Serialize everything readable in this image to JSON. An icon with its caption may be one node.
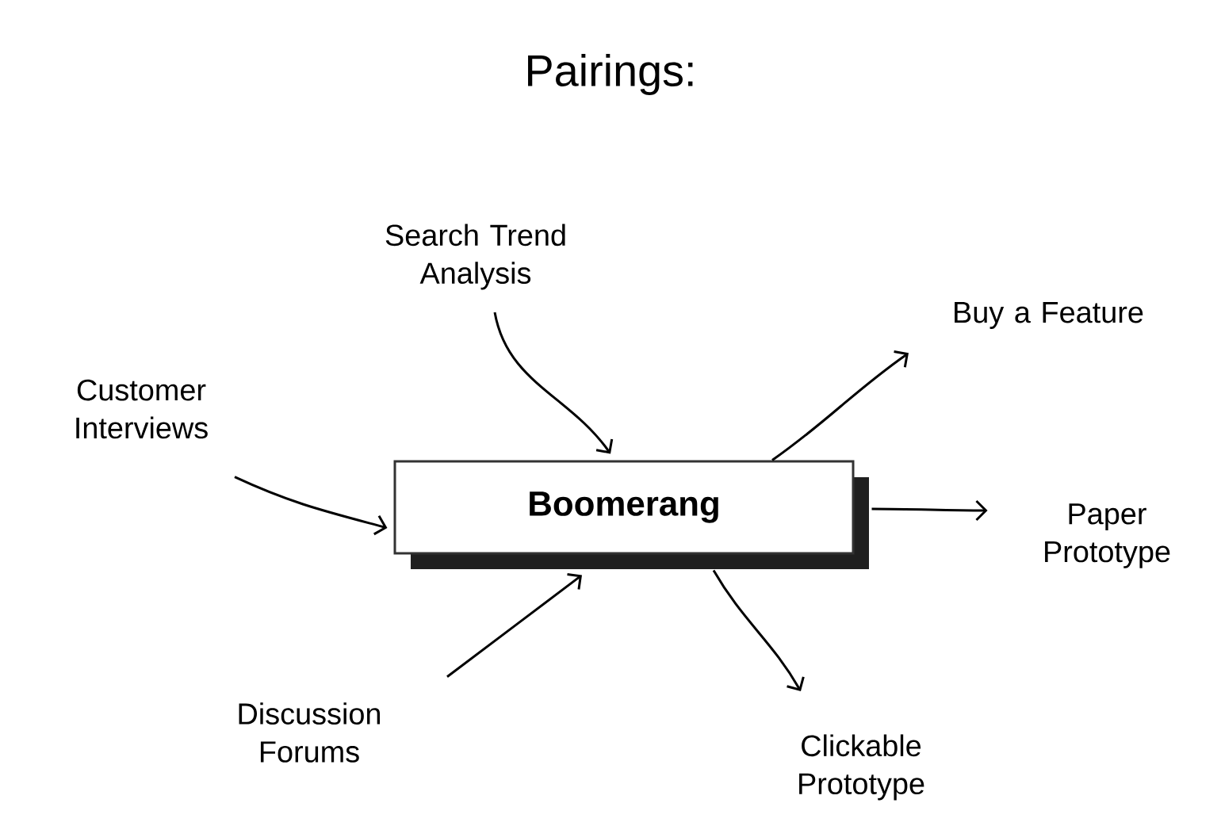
{
  "diagram": {
    "title": "Pairings:",
    "nodes": [
      {
        "text": [
          "**Boomerang**"
        ]
      },
      {
        "text": [
          "Search Trend Analysis"
        ]
      },
      {
        "text": [
          "Customer Interviews"
        ]
      },
      {
        "text": [
          "Discussion Forums"
        ]
      },
      {
        "text": [
          "Buy a Feature"
        ]
      },
      {
        "text": [
          "Paper Prototype"
        ]
      },
      {
        "text": [
          "Clickable Prototype"
        ]
      }
    ],
    "edges": [
      {
        "from": 1,
        "to": 0,
        "arrow": "to"
      },
      {
        "from": 2,
        "to": 0,
        "arrow": "to"
      },
      {
        "from": 3,
        "to": 0,
        "arrow": "to"
      },
      {
        "from": 0,
        "to": 4,
        "arrow": "to"
      },
      {
        "from": 0,
        "to": 5,
        "arrow": "to"
      },
      {
        "from": 0,
        "to": 6,
        "arrow": "to"
      }
    ]
  }
}
